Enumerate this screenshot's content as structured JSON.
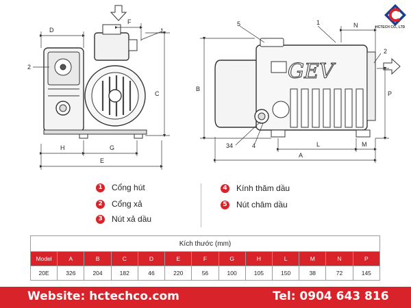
{
  "brand": {
    "company": "HCTECH CO., LTD",
    "accent": "#d8232a",
    "pump_logo": "GEV"
  },
  "drawing_labels": {
    "front": {
      "D": "D",
      "F": "F",
      "C": "C",
      "H": "H",
      "G": "G",
      "E": "E",
      "n1": "1",
      "n2": "2"
    },
    "side": {
      "N": "N",
      "B": "B",
      "P": "P",
      "L": "L",
      "M": "M",
      "A": "A",
      "n1": "1",
      "n2": "2",
      "n5": "5",
      "n4": "4",
      "n34": "34"
    }
  },
  "legend": [
    {
      "num": "1",
      "text": "Cổng hút"
    },
    {
      "num": "2",
      "text": "Cổng xả"
    },
    {
      "num": "3",
      "text": "Nút xả dầu"
    },
    {
      "num": "4",
      "text": "Kính thăm dầu"
    },
    {
      "num": "5",
      "text": "Nút châm dầu"
    }
  ],
  "table": {
    "title": "Kích thước (mm)",
    "headers": [
      "Model",
      "A",
      "B",
      "C",
      "D",
      "E",
      "F",
      "G",
      "H",
      "L",
      "M",
      "N",
      "P"
    ],
    "rows": [
      [
        "20E",
        "326",
        "204",
        "182",
        "46",
        "220",
        "56",
        "100",
        "105",
        "150",
        "38",
        "72",
        "145"
      ]
    ]
  },
  "footer": {
    "website": "Website: hctechco.com",
    "phone": "Tel: 0904 643 816"
  }
}
